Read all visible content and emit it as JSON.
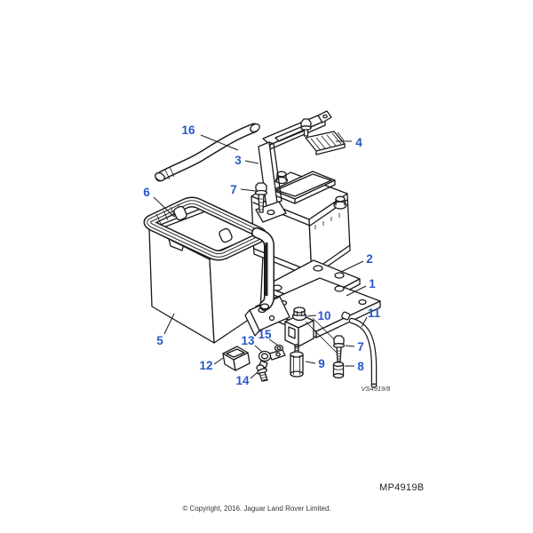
{
  "palette": {
    "background": "#ffffff",
    "line": "#1a1a1a",
    "callout": "#2857c8",
    "ref_text": "#3a3a3a",
    "footer_text": "#222222"
  },
  "figure": {
    "drawing_ref": "VS4919/8",
    "figure_code": "MP4919B",
    "copyright": "© Copyright, 2016. Jaguar Land Rover Limited.",
    "callouts": {
      "n1": "1",
      "n2": "2",
      "n3": "3",
      "n4": "4",
      "n5": "5",
      "n6": "6",
      "n7_upper": "7",
      "n7_lower": "7",
      "n8": "8",
      "n9": "9",
      "n10": "10",
      "n11": "11",
      "n12": "12",
      "n13": "13",
      "n14": "14",
      "n15": "15",
      "n16": "16"
    }
  }
}
